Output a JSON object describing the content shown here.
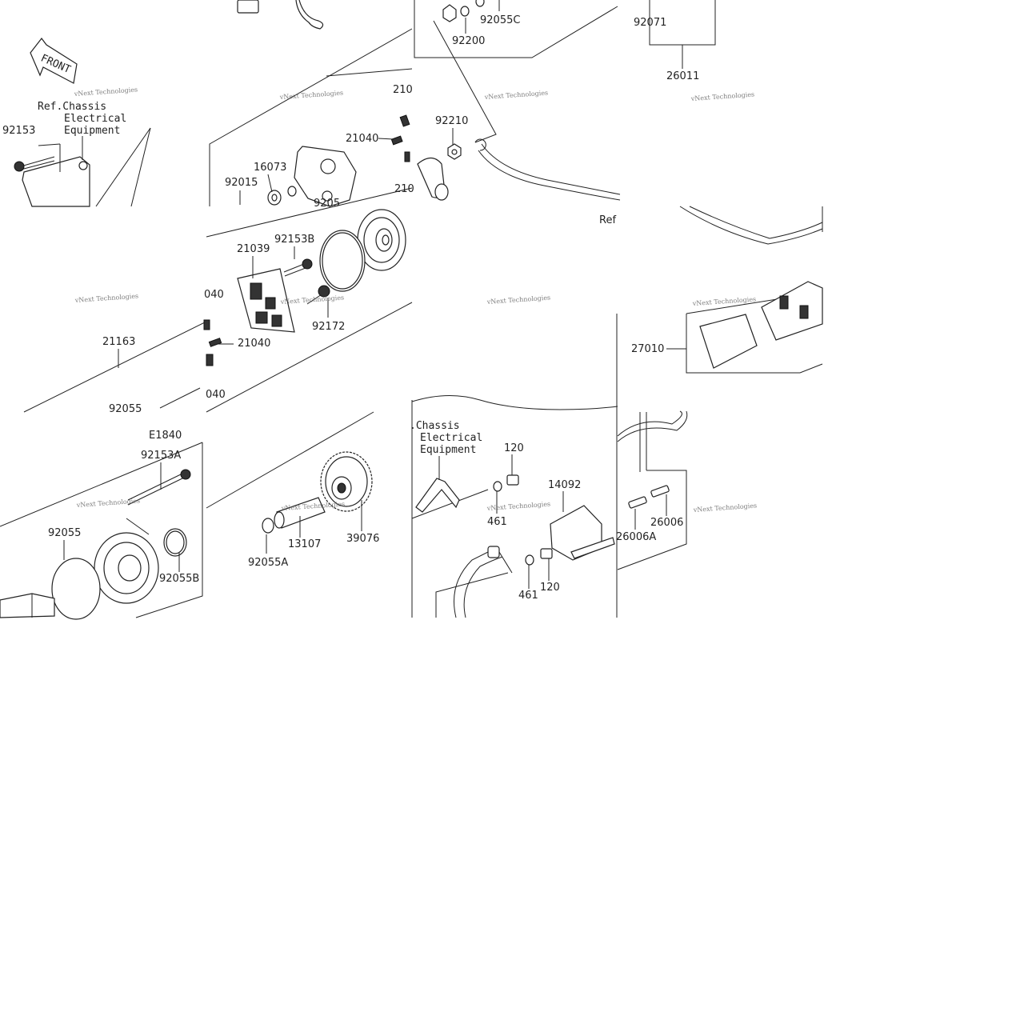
{
  "callouts": {
    "c92055C": "92055C",
    "c92200": "92200",
    "c92071": "92071",
    "c26011": "26011",
    "c210_a": "210",
    "c21040_a": "21040",
    "c92210": "92210",
    "c16073": "16073",
    "c92015": "92015",
    "c210_b": "210",
    "c9205_cut": "9205",
    "c92153": "92153",
    "c21039": "21039",
    "c92153B": "92153B",
    "c040_a": "040",
    "c92172": "92172",
    "c21163": "21163",
    "c21040_b": "21040",
    "c040_b": "040",
    "c92055_a": "92055",
    "c27010": "27010",
    "c_ref_cut": "Ref",
    "cE1840": "E1840",
    "c92153A": "92153A",
    "c120_a": "120",
    "c14092": "14092",
    "c92055_b": "92055",
    "c13107": "13107",
    "c39076": "39076",
    "c92055B": "92055B",
    "c92055A": "92055A",
    "c461_a": "461",
    "c26006A": "26006A",
    "c26006": "26006",
    "c461_b": "461",
    "c120_b": "120"
  },
  "refs": {
    "ref1_l1": "Ref.Chassis",
    "ref1_l2": "Electrical",
    "ref1_l3": "Equipment",
    "ref2_l1": ".Chassis",
    "ref2_l2": "Electrical",
    "ref2_l3": "Equipment"
  },
  "front_badge": "FRONT",
  "watermark": "vNext Technologies"
}
